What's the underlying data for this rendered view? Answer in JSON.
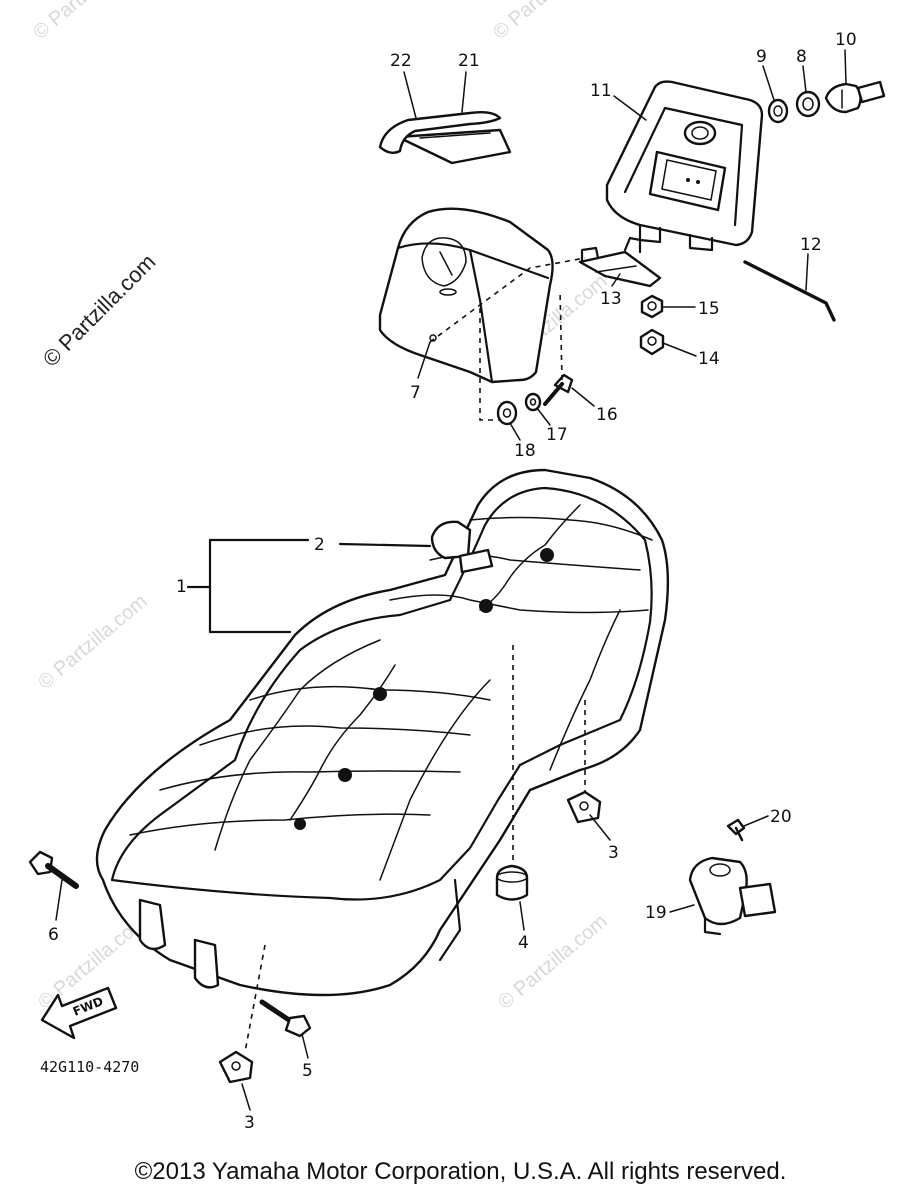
{
  "watermarks": {
    "main": "© Partzilla.com",
    "faint": "© Partzilla.com"
  },
  "callouts": {
    "c1": "1",
    "c2": "2",
    "c3a": "3",
    "c3b": "3",
    "c4": "4",
    "c5": "5",
    "c6": "6",
    "c7": "7",
    "c8": "8",
    "c9": "9",
    "c10": "10",
    "c11": "11",
    "c12": "12",
    "c13": "13",
    "c14": "14",
    "c15": "15",
    "c16": "16",
    "c17": "17",
    "c18": "18",
    "c19": "19",
    "c20": "20",
    "c21": "21",
    "c22": "22"
  },
  "fwd_label": "FWD",
  "diagram_code": "42G110-4270",
  "copyright": "©2013 Yamaha Motor Corporation, U.S.A. All rights reserved."
}
